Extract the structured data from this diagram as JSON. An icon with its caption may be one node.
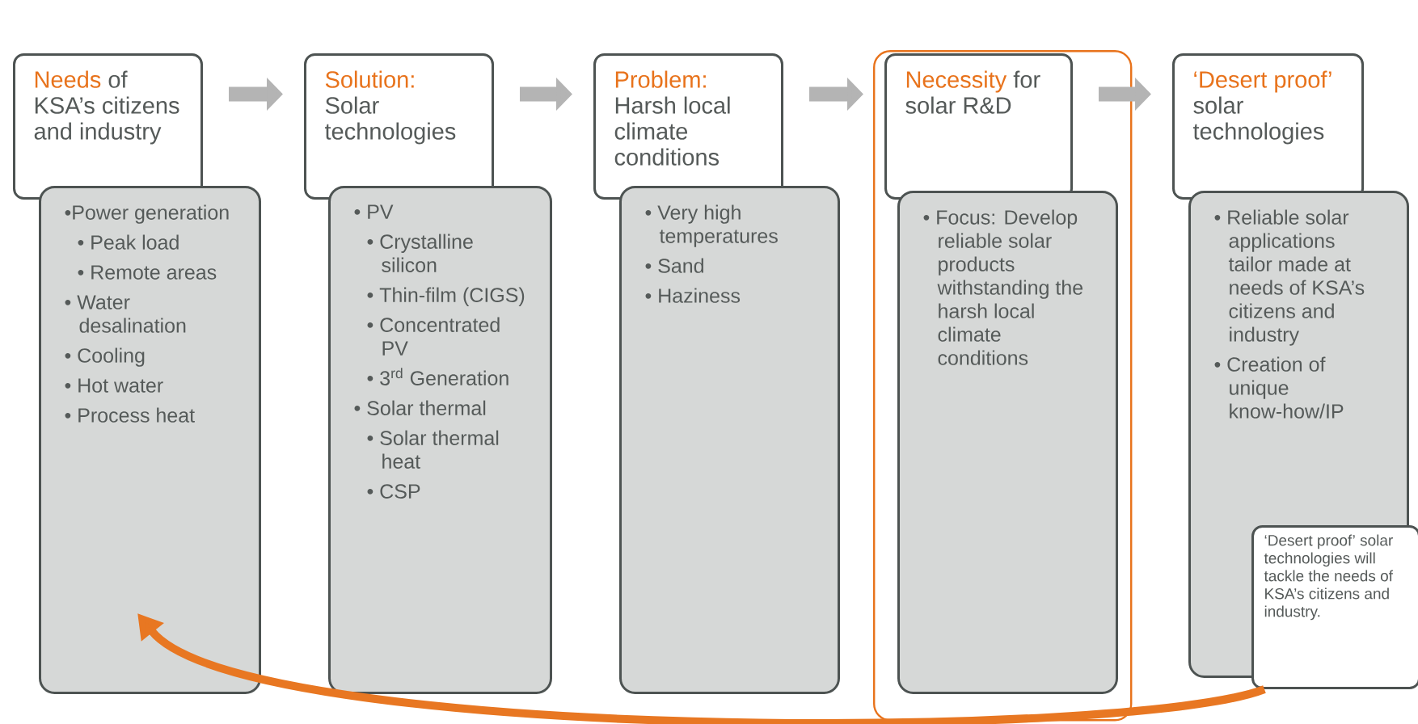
{
  "diagram": {
    "nodes": [
      {
        "text": [
          "Needs",
          "of KSA’s citizens and industry"
        ]
      },
      {
        "text": [
          "•Power generation",
          "• Peak load",
          "• Remote areas",
          "• Water desalination",
          "• Cooling",
          "• Hot water",
          "• Process heat"
        ]
      },
      {
        "text": [
          "Solution:",
          "Solar technologies"
        ]
      },
      {
        "text": [
          "• PV",
          "• Crystalline silicon",
          "• Thin-film (CIGS)",
          "• Concentrated PV",
          "• 3$^{rd}$ Generation",
          "• Solar thermal",
          "• Solar thermal heat",
          "• CSP"
        ]
      },
      {
        "text": [
          "Problem:",
          "Harsh local climate conditions"
        ]
      },
      {
        "text": [
          "• Very high temperatures",
          "• Sand",
          "• Haziness"
        ]
      },
      {
        "text": [],
        "shape": "box"
      },
      {
        "text": [
          "Necessity",
          "for solar R&D"
        ],
        "in": 6
      },
      {
        "text": [
          "• Focus: Develop reliable solar products withstanding the harsh local climate conditions"
        ],
        "in": 6
      },
      {
        "text": [
          "‘Desert proof’",
          "solar technologies"
        ]
      },
      {
        "text": [
          "• Reliable solar applications tailor made at needs of KSA’s citizens and industry",
          "• Creation of unique know-how/IP"
        ]
      },
      {
        "text": [
          "‘Desert proof’ solar technologies will tackle the needs of KSA’s citizens and industry."
        ]
      }
    ],
    "edges": [
      {
        "from": 0,
        "to": 2,
        "arrow": "to"
      },
      {
        "from": 2,
        "to": 4,
        "arrow": "to"
      },
      {
        "from": 4,
        "to": 7,
        "arrow": "to"
      },
      {
        "from": 7,
        "to": 9,
        "arrow": "to"
      },
      {
        "from": 11,
        "to": 1,
        "arrow": "to",
        "color": "#e87722"
      }
    ]
  }
}
